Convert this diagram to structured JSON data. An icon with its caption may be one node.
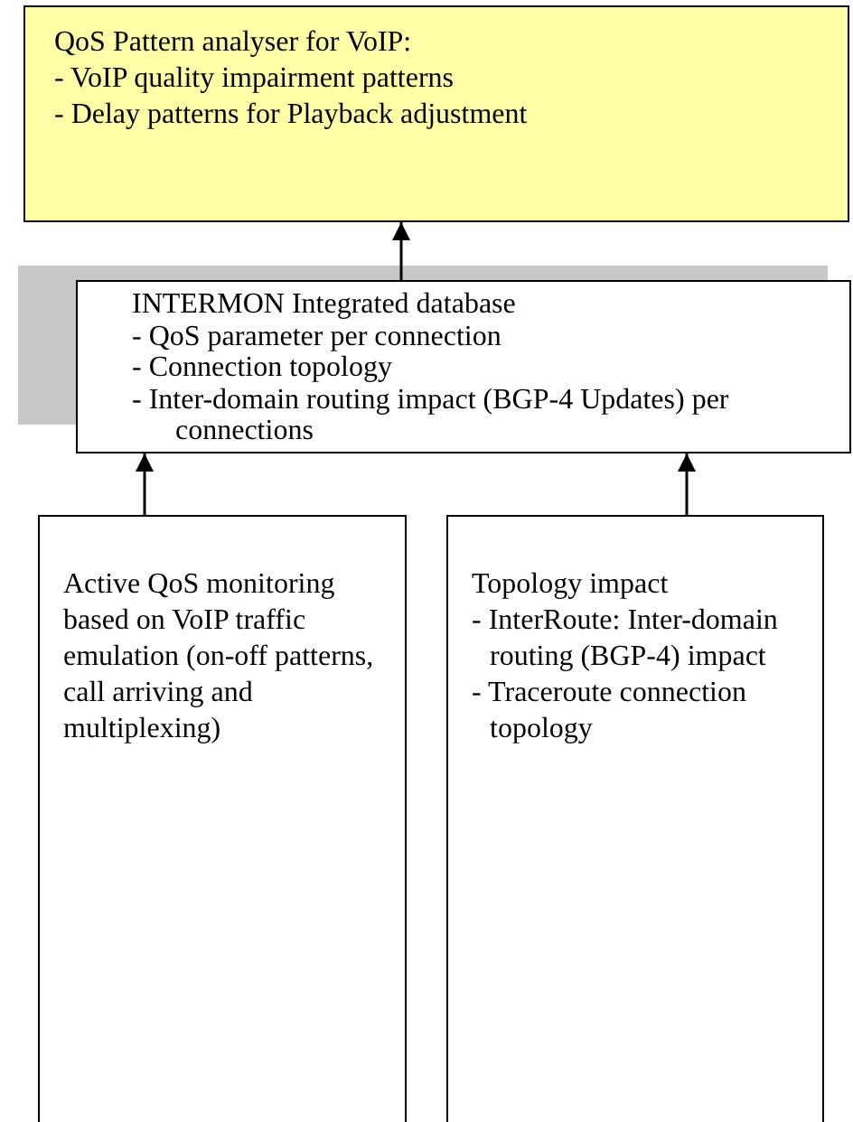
{
  "diagram": {
    "nodes": [
      {
        "text": [
          "QoS Pattern analyser for VoIP:",
          "- VoIP quality impairment patterns",
          "- Delay patterns for Playback adjustment"
        ]
      },
      {
        "text": [
          "INTERMON Integrated database",
          "- QoS parameter per connection",
          "- Connection topology",
          "- Inter-domain routing impact (BGP-4 Updates) per connections"
        ]
      },
      {
        "text": [
          "Active QoS monitoring based on VoIP traffic emulation (on-off patterns, call arriving and multiplexing)"
        ]
      },
      {
        "text": [
          "Topology impact",
          "- InterRoute: Inter-domain routing (BGP-4) impact",
          "- Traceroute connection topology"
        ]
      }
    ],
    "edges": [
      {
        "from": 1,
        "to": 0,
        "arrow": "to"
      },
      {
        "from": 2,
        "to": 1,
        "arrow": "to"
      },
      {
        "from": 3,
        "to": 1,
        "arrow": "to"
      }
    ]
  }
}
